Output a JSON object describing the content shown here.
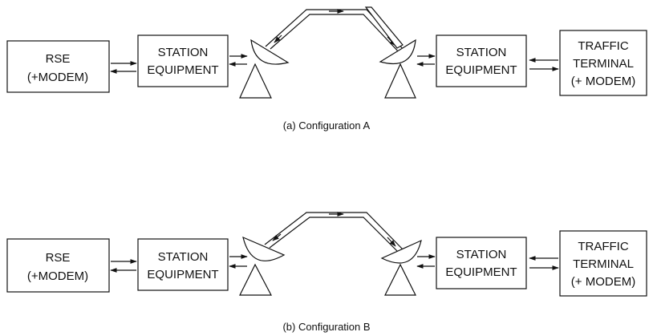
{
  "configurations": [
    {
      "caption": "(a) Configuration A",
      "rse": [
        "RSE",
        "(+MODEM)"
      ],
      "left_station": [
        "STATION",
        "EQUIPMENT"
      ],
      "right_station": [
        "STATION",
        "EQUIPMENT"
      ],
      "traffic": [
        "TRAFFIC",
        "TERMINAL",
        "(+ MODEM)"
      ]
    },
    {
      "caption": "(b) Configuration B",
      "rse": [
        "RSE",
        "(+MODEM)"
      ],
      "left_station": [
        "STATION",
        "EQUIPMENT"
      ],
      "right_station": [
        "STATION",
        "EQUIPMENT"
      ],
      "traffic": [
        "TRAFFIC",
        "TERMINAL",
        "(+ MODEM)"
      ]
    }
  ]
}
